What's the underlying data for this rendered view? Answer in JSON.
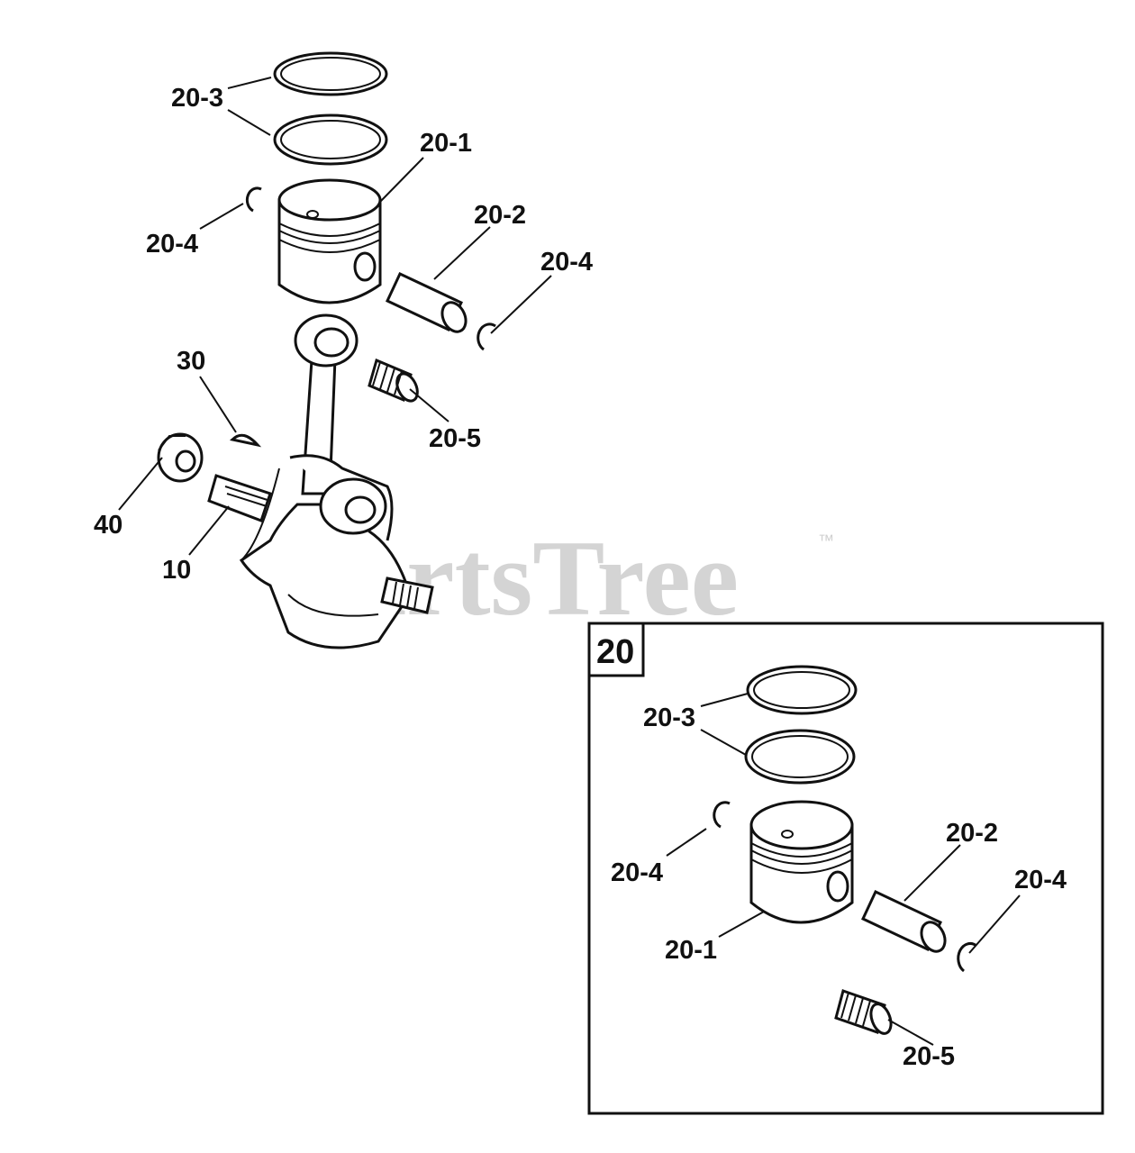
{
  "watermark": {
    "text": "PartsTree",
    "trademark": "™"
  },
  "main_labels": [
    {
      "id": "20-3",
      "text": "20-3"
    },
    {
      "id": "20-1",
      "text": "20-1"
    },
    {
      "id": "20-4a",
      "text": "20-4"
    },
    {
      "id": "20-2",
      "text": "20-2"
    },
    {
      "id": "20-4b",
      "text": "20-4"
    },
    {
      "id": "30",
      "text": "30"
    },
    {
      "id": "20-5",
      "text": "20-5"
    },
    {
      "id": "40",
      "text": "40"
    },
    {
      "id": "10",
      "text": "10"
    }
  ],
  "inset": {
    "number": "20",
    "labels": [
      {
        "id": "20-3",
        "text": "20-3"
      },
      {
        "id": "20-2",
        "text": "20-2"
      },
      {
        "id": "20-4a",
        "text": "20-4"
      },
      {
        "id": "20-4b",
        "text": "20-4"
      },
      {
        "id": "20-1",
        "text": "20-1"
      },
      {
        "id": "20-5",
        "text": "20-5"
      }
    ]
  },
  "colors": {
    "line": "#111111",
    "watermark": "#d4d4d4",
    "background": "#ffffff"
  }
}
